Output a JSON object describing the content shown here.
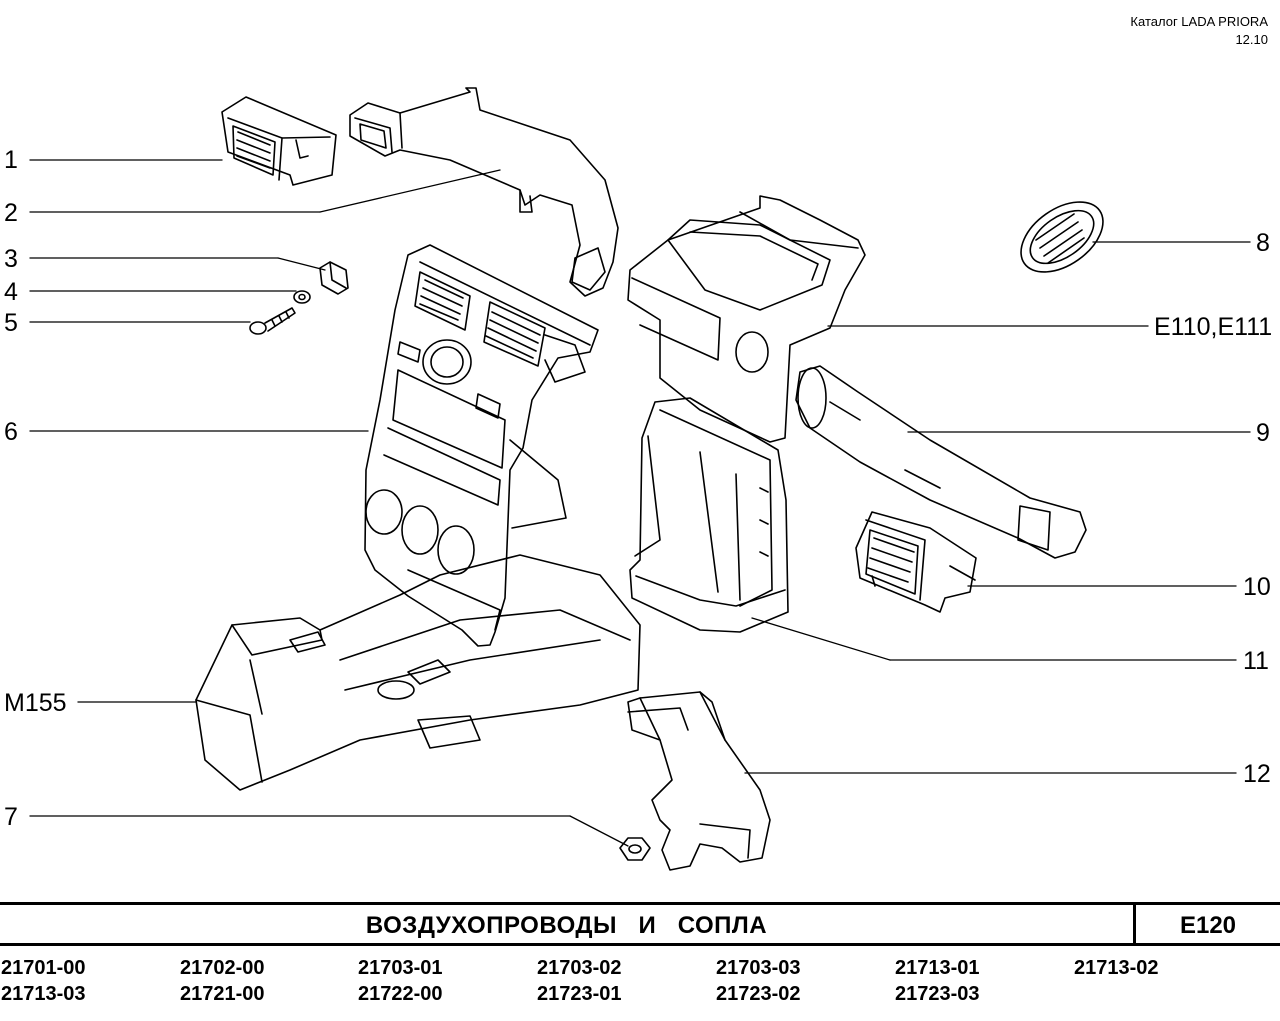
{
  "header": {
    "catalog": "Каталог LADA PRIORA",
    "date": "12.10"
  },
  "callouts": {
    "c1": "1",
    "c2": "2",
    "c3": "3",
    "c4": "4",
    "c5": "5",
    "c6": "6",
    "c7": "7",
    "cM155": "M155",
    "c8": "8",
    "cE110": "E110,E111",
    "c9": "9",
    "c10": "10",
    "c11": "11",
    "c12": "12"
  },
  "title_bar": {
    "title": "ВОЗДУХОПРОВОДЫ   И   СОПЛА",
    "code": "E120"
  },
  "models": [
    [
      "21701-00",
      "21702-00",
      "21703-01",
      "21703-02",
      "21703-03",
      "21713-01",
      "21713-02"
    ],
    [
      "21713-03",
      "21721-00",
      "21722-00",
      "21723-01",
      "21723-02",
      "21723-03"
    ]
  ]
}
